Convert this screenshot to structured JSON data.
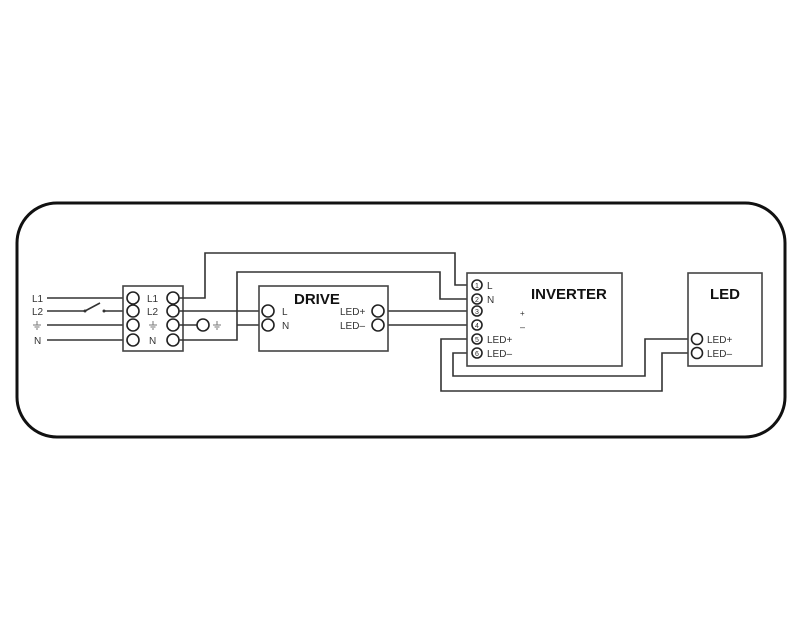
{
  "supply": {
    "labels": [
      "L1",
      "L2",
      "N"
    ]
  },
  "terminal_block": {
    "labels": [
      "L1",
      "L2",
      "N"
    ]
  },
  "drive": {
    "title": "DRIVE",
    "inputs": [
      "L",
      "N"
    ],
    "outputs": [
      "LED+",
      "LED–"
    ]
  },
  "inverter": {
    "title": "INVERTER",
    "terminals": [
      {
        "num": "1",
        "label": "L"
      },
      {
        "num": "2",
        "label": "N"
      },
      {
        "num": "3",
        "label": ""
      },
      {
        "num": "4",
        "label": ""
      },
      {
        "num": "5",
        "label": "LED+"
      },
      {
        "num": "6",
        "label": "LED–"
      }
    ],
    "bridge_plus": "+",
    "bridge_minus": "–"
  },
  "led": {
    "title": "LED",
    "inputs": [
      "LED+",
      "LED–"
    ]
  },
  "colors": {
    "line": "#333333",
    "background": "#ffffff"
  }
}
